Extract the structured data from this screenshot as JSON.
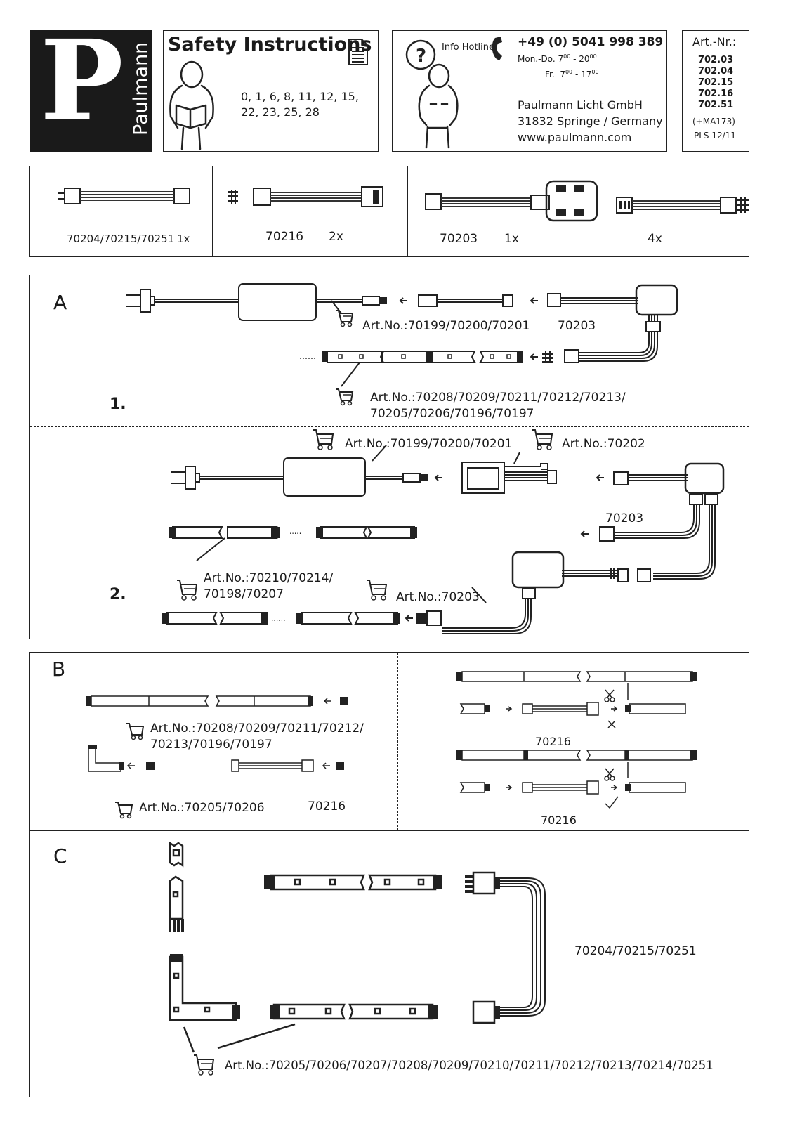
{
  "logo": {
    "letter": "P",
    "brand": "Paulmann"
  },
  "safety": {
    "title": "Safety Instructions",
    "numbers_line1": "0, 1, 6, 8, 11, 12, 15,",
    "numbers_line2": "22, 23, 25, 28"
  },
  "hotline": {
    "label": "Info Hotline",
    "phone": "+49 (0) 5041 998 389",
    "hours_1_days": "Mon.-Do.",
    "hours_1_from": "7",
    "hours_1_to": "20",
    "sup": "00",
    "hours_2_days": "Fr.",
    "hours_2_from": "7",
    "hours_2_to": "17",
    "company": "Paulmann Licht GmbH",
    "address": "31832 Springe / Germany",
    "web": "www.paulmann.com"
  },
  "artnr": {
    "label": "Art.-Nr.:",
    "numbers": [
      "702.03",
      "702.04",
      "702.15",
      "702.16",
      "702.51"
    ],
    "extra": "(+MA173)",
    "pls": "PLS 12/11"
  },
  "contents": {
    "item1_code": "70204/70215/70251",
    "item1_qty": "1x",
    "item2_code": "70216",
    "item2_qty": "2x",
    "item3_code": "70203",
    "item3_qty": "1x",
    "item4_qty": "4x"
  },
  "sectionA": {
    "letter": "A",
    "step1": "1.",
    "step2": "2.",
    "art1": "Art.No.:70199/70200/70201",
    "code1": "70203",
    "art2_l1": "Art.No.:70208/70209/70211/70212/70213/",
    "art2_l2": "70205/70206/70196/70197",
    "art3": "Art.No.:70199/70200/70201",
    "art4": "Art.No.:70202",
    "code2": "70203",
    "art5_l1": "Art.No.:70210/70214/",
    "art5_l2": "70198/70207",
    "art6": "Art.No.:70203"
  },
  "sectionB": {
    "letter": "B",
    "art1_l1": "Art.No.:70208/70209/70211/70212/",
    "art1_l2": "70213/70196/70197",
    "art2": "Art.No.:70205/70206",
    "code1": "70216",
    "code2": "70216",
    "code3": "70216"
  },
  "sectionC": {
    "letter": "C",
    "code": "70204/70215/70251",
    "art": "Art.No.:70205/70206/70207/70208/70209/70210/70211/70212/70213/70214/70251"
  }
}
